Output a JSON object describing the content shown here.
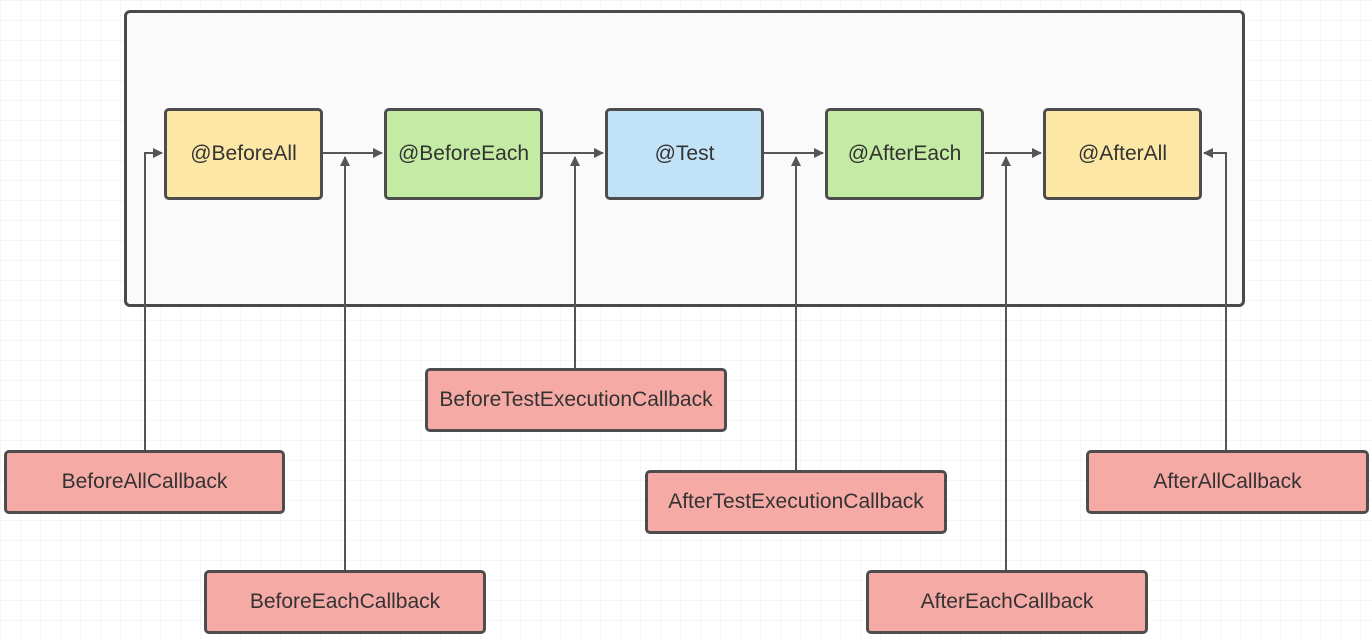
{
  "lifecycle": {
    "before_all": "@BeforeAll",
    "before_each": "@BeforeEach",
    "test": "@Test",
    "after_each": "@AfterEach",
    "after_all": "@AfterAll"
  },
  "callbacks": {
    "before_all": "BeforeAllCallback",
    "before_each": "BeforeEachCallback",
    "before_test_execution": "BeforeTestExecutionCallback",
    "after_test_execution": "AfterTestExecutionCallback",
    "after_each": "AfterEachCallback",
    "after_all": "AfterAllCallback"
  },
  "colors": {
    "yellow": "#fce8a4",
    "green": "#c3eba3",
    "blue": "#c2e3f7",
    "callback_red": "#f6aaa6",
    "stroke": "#4d4d4d"
  }
}
